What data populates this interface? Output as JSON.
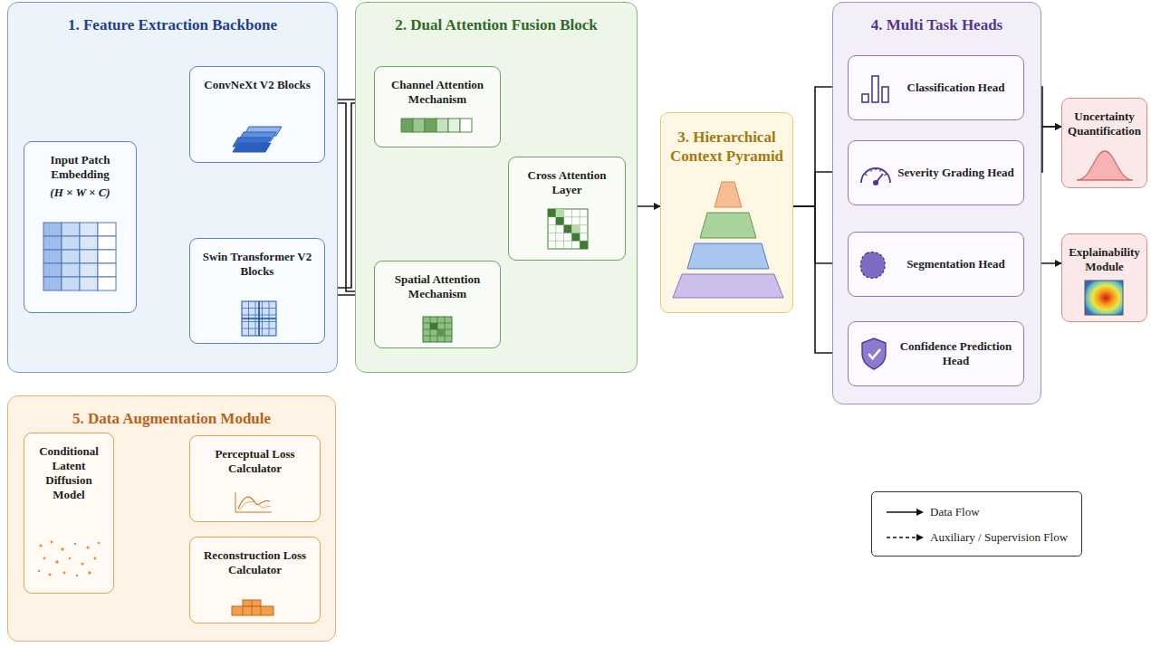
{
  "diagram": {
    "nodes": [
      {
        "text": [
          "1. Feature Extraction Backbone"
        ]
      },
      {
        "text": [
          "Input Patch Embedding",
          "(H × W × C)"
        ],
        "in": 0
      },
      {
        "text": [
          "ConvNeXt V2 Blocks"
        ],
        "in": 0
      },
      {
        "text": [
          "Swin Transformer V2 Blocks"
        ],
        "in": 0
      },
      {
        "text": [
          "2. Dual Attention Fusion Block"
        ]
      },
      {
        "text": [
          "Channel Attention Mechanism"
        ],
        "in": 4
      },
      {
        "text": [
          "Spatial Attention Mechanism"
        ],
        "in": 4
      },
      {
        "text": [
          "Cross Attention Layer"
        ],
        "in": 4
      },
      {
        "text": [
          "3. Hierarchical Context Pyramid"
        ]
      },
      {
        "text": [
          "4. Multi Task Heads"
        ]
      },
      {
        "text": [
          "Classification Head"
        ],
        "in": 9
      },
      {
        "text": [
          "Severity Grading Head"
        ],
        "in": 9
      },
      {
        "text": [
          "Segmentation Head"
        ],
        "in": 9
      },
      {
        "text": [
          "Confidence Prediction Head"
        ],
        "in": 9
      },
      {
        "text": [
          "Uncertainty Quantification"
        ]
      },
      {
        "text": [
          "Explainability Module"
        ]
      },
      {
        "text": [
          "5. Data Augmentation Module"
        ]
      },
      {
        "text": [
          "Conditional Latent Diffusion Model"
        ],
        "in": 16
      },
      {
        "text": [
          "Perceptual Loss Calculator"
        ],
        "in": 16
      },
      {
        "text": [
          "Reconstruction Loss Calculator"
        ],
        "in": 16
      }
    ],
    "edges": [
      {
        "from": 1,
        "to": 2,
        "arrow": "to"
      },
      {
        "from": 1,
        "to": 3,
        "arrow": "to"
      },
      {
        "from": 2,
        "to": 5,
        "arrow": "to"
      },
      {
        "from": 2,
        "to": 6,
        "arrow": "to"
      },
      {
        "from": 3,
        "to": 5,
        "arrow": "to"
      },
      {
        "from": 3,
        "to": 6,
        "arrow": "to"
      },
      {
        "from": 5,
        "to": 7,
        "arrow": "to"
      },
      {
        "from": 6,
        "to": 7,
        "arrow": "to"
      },
      {
        "from": 7,
        "to": 8,
        "arrow": "to"
      },
      {
        "from": 8,
        "to": 10,
        "arrow": "to"
      },
      {
        "from": 8,
        "to": 11,
        "arrow": "to"
      },
      {
        "from": 8,
        "to": 12,
        "arrow": "to"
      },
      {
        "from": 8,
        "to": 13,
        "arrow": "to"
      },
      {
        "from": 10,
        "to": 14,
        "arrow": "to"
      },
      {
        "from": 11,
        "to": 14,
        "arrow": "to"
      },
      {
        "from": 12,
        "to": 15,
        "arrow": "to"
      },
      {
        "from": 17,
        "to": 18,
        "arrow": "to"
      },
      {
        "from": 17,
        "to": 19,
        "arrow": "to"
      }
    ],
    "legend": [
      {
        "text": "Data Flow"
      },
      {
        "text": "Auxiliary / Supervision Flow"
      }
    ]
  }
}
